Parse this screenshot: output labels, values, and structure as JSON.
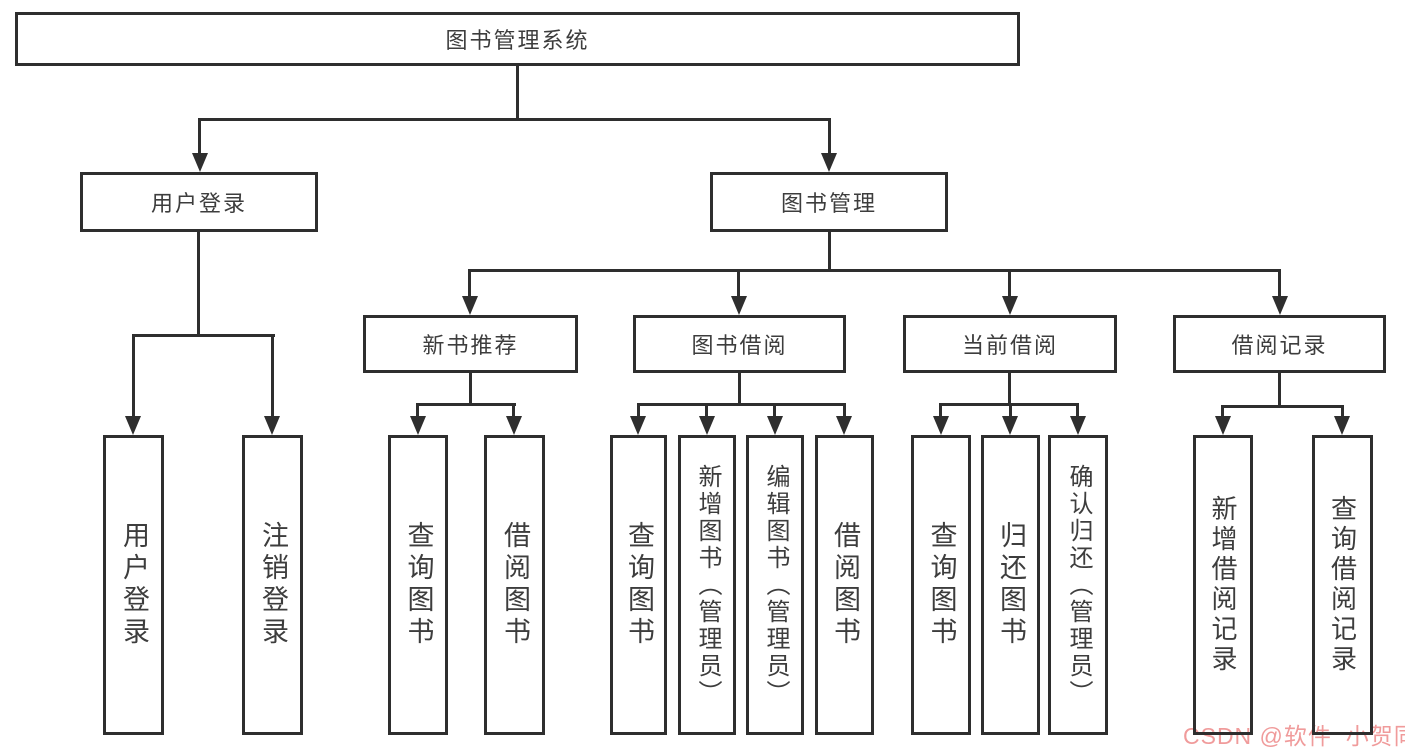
{
  "diagram": {
    "type": "hierarchy-tree",
    "root": {
      "label": "图书管理系统",
      "children": [
        {
          "label": "用户登录",
          "children": [
            {
              "label": "用户登录"
            },
            {
              "label": "注销登录"
            }
          ]
        },
        {
          "label": "图书管理",
          "children": [
            {
              "label": "新书推荐",
              "children": [
                {
                  "label": "查询图书"
                },
                {
                  "label": "借阅图书"
                }
              ]
            },
            {
              "label": "图书借阅",
              "children": [
                {
                  "label": "查询图书"
                },
                {
                  "label": "新增图书（管理员）"
                },
                {
                  "label": "编辑图书（管理员）"
                },
                {
                  "label": "借阅图书"
                }
              ]
            },
            {
              "label": "当前借阅",
              "children": [
                {
                  "label": "查询图书"
                },
                {
                  "label": "归还图书"
                },
                {
                  "label": "确认归还（管理员）"
                }
              ]
            },
            {
              "label": "借阅记录",
              "children": [
                {
                  "label": "新增借阅记录"
                },
                {
                  "label": "查询借阅记录"
                }
              ]
            }
          ]
        }
      ]
    },
    "watermark": "CSDN @软件_小贺同学",
    "colors": {
      "line": "#2e2e2e",
      "text": "#3d3d3d",
      "watermark": "#f09b9b",
      "background": "#ffffff"
    }
  }
}
